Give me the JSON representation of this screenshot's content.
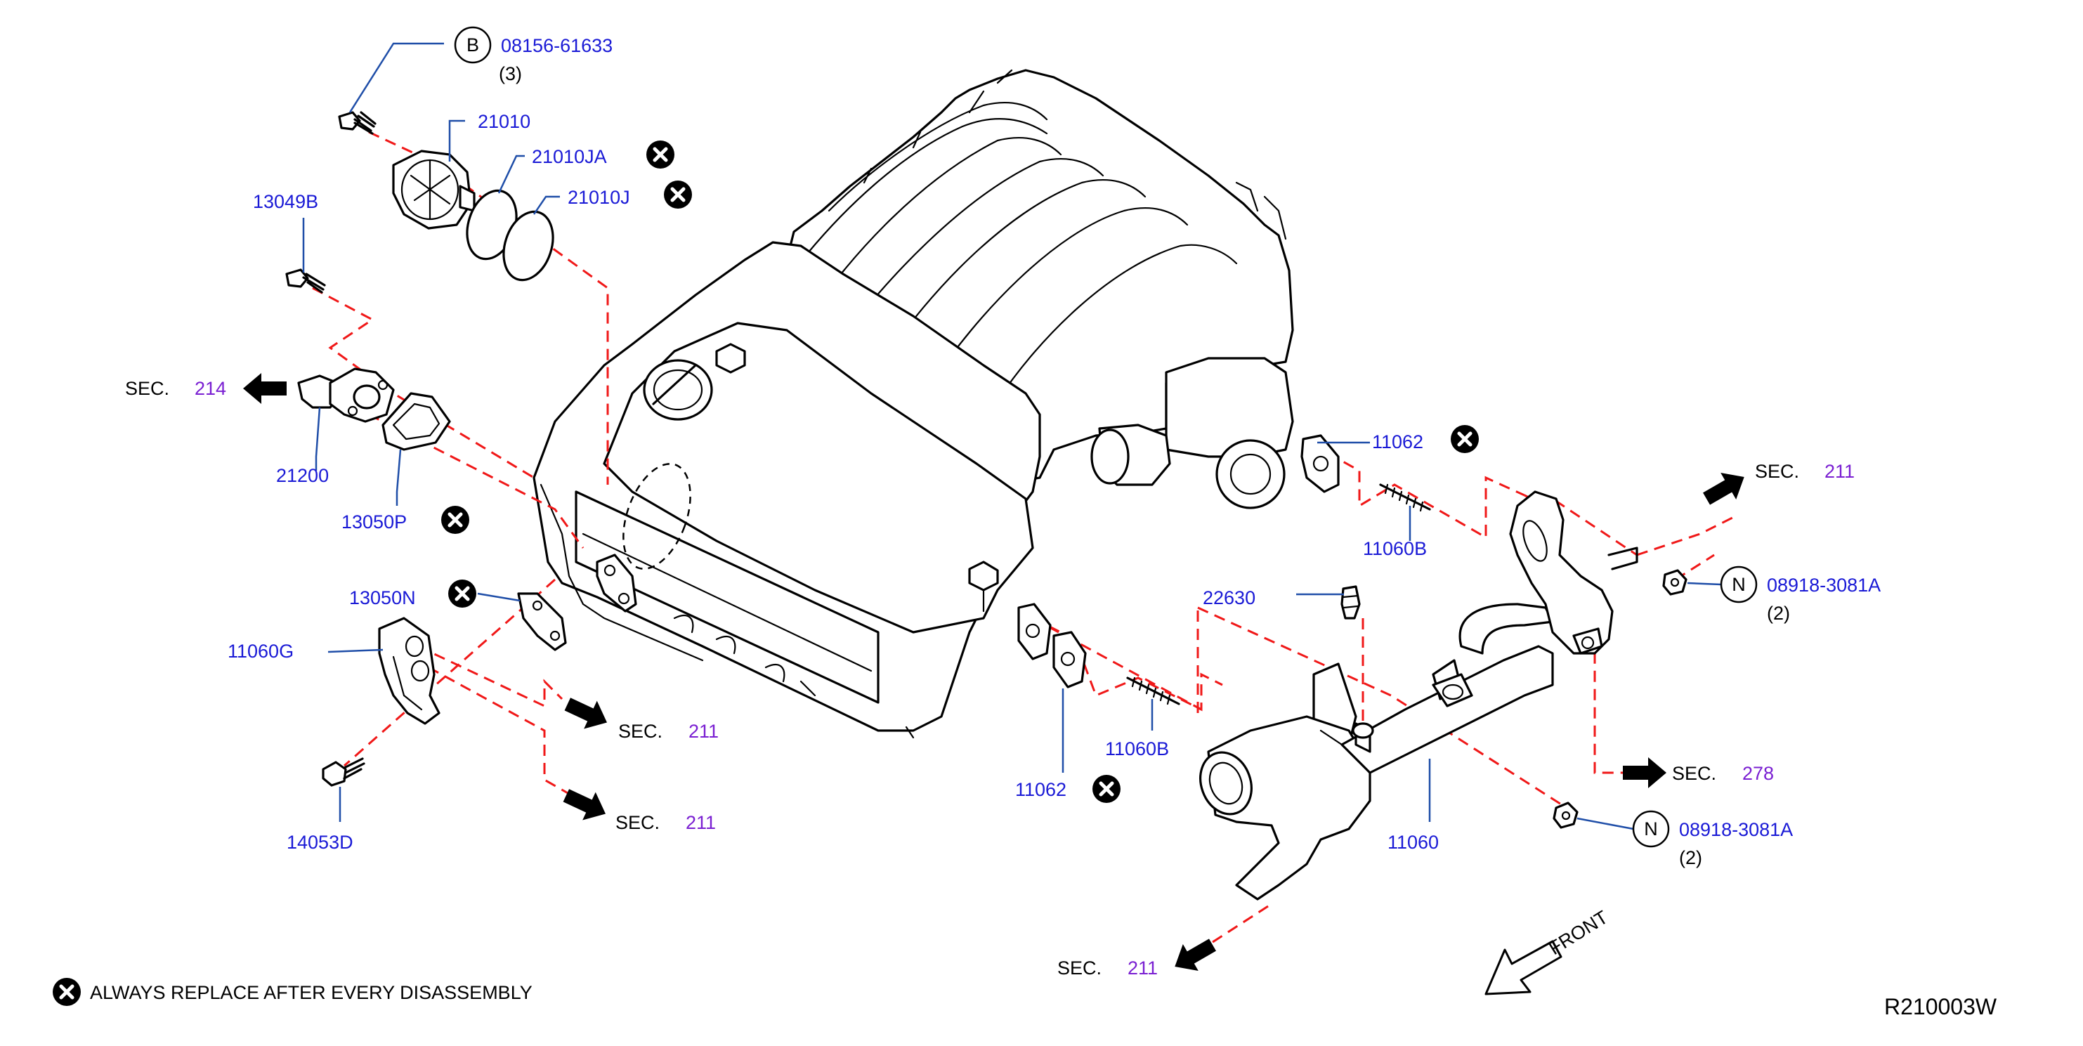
{
  "diagram_code": "R210003W",
  "legend": {
    "text": "ALWAYS   REPLACE   AFTER   EVERY   DISASSEMBLY"
  },
  "front_label": "FRONT",
  "parts": {
    "p08156_61633": {
      "number": "08156-61633",
      "qty": "(3)",
      "circle": "B"
    },
    "p21010": {
      "number": "21010"
    },
    "p21010JA": {
      "number": "21010JA"
    },
    "p21010J": {
      "number": "21010J"
    },
    "p13049B": {
      "number": "13049B"
    },
    "p21200": {
      "number": "21200"
    },
    "p13050P": {
      "number": "13050P"
    },
    "p13050N": {
      "number": "13050N"
    },
    "p11060G": {
      "number": "11060G"
    },
    "p14053D": {
      "number": "14053D"
    },
    "p11062_top": {
      "number": "11062"
    },
    "p11060B_top": {
      "number": "11060B"
    },
    "p22630": {
      "number": "22630"
    },
    "p08918_top": {
      "number": "08918-3081A",
      "qty": "(2)",
      "circle": "N"
    },
    "p08918_bot": {
      "number": "08918-3081A",
      "qty": "(2)",
      "circle": "N"
    },
    "p11062_bot": {
      "number": "11062"
    },
    "p11060B_bot": {
      "number": "11060B"
    },
    "p11060": {
      "number": "11060"
    }
  },
  "sections": {
    "sec214": {
      "label": "SEC.",
      "number": "214"
    },
    "sec211_a": {
      "label": "SEC.",
      "number": "211"
    },
    "sec211_b": {
      "label": "SEC.",
      "number": "211"
    },
    "sec211_top": {
      "label": "SEC.",
      "number": "211"
    },
    "sec278": {
      "label": "SEC.",
      "number": "278"
    },
    "sec211_bottom": {
      "label": "SEC.",
      "number": "211"
    }
  },
  "colors": {
    "part_number": "#1a1ad6",
    "section_number": "#7a1fd2",
    "dashed_line": "#f01818",
    "leader_line": "#1f4ea8"
  },
  "icons": {
    "replace_marker": "x-circle-icon",
    "section_arrow": "arrow-icon",
    "front_arrow": "front-arrow-icon"
  }
}
